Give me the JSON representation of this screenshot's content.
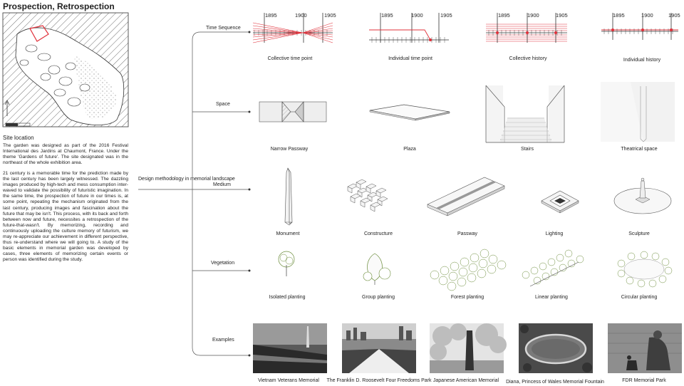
{
  "title": "Prospection, Retrospection",
  "site": {
    "label": "Site location",
    "paragraph1": "The garden was designed as part of the 2016 Festival International des Jardins at Chaumont, France. Under the theme 'Gardens of future'. The site designated was in the northeast of the whole exhibition area.",
    "paragraph2": "21 century is a memorable time for the prediction made by the last century has been largely witnessed. The dazzling images produced by high-tech and mess consumption inter-waved to validate the possibility of futuristic imagination. In the same time, the prospection of future in our times is, at some point, repeating the mechanism originated from the last century, producing images and fascination about the future that may be isn't. This process, with its back and forth between now and future, necessites a retrospection of the future-that-wasn't. By memorizing, recording and continuously uploading the culture memory of futurism, we may re-appreciate our achievement in different perspective, thus re-understand where we will going to. A study of the basic elements in memorial garden was developed by cases, three elements of memorizing certain events or person was identified during the study."
  },
  "methodology_label": "Design methodology in memorial landscape",
  "ticks": [
    "1895",
    "1900",
    "1905"
  ],
  "rows": {
    "time": {
      "label": "Time Sequence",
      "items": [
        "Collective time point",
        "Individual time point",
        "Collective history",
        "Individual history"
      ]
    },
    "space": {
      "label": "Space",
      "items": [
        "Narrow Passway",
        "Plaza",
        "Stairs",
        "Theatrical space"
      ]
    },
    "medium": {
      "label": "Medium",
      "items": [
        "Monument",
        "Constructure",
        "Passway",
        "Lighting",
        "Sculpture"
      ]
    },
    "vegetation": {
      "label": "Vegetation",
      "items": [
        "Isolated planting",
        "Group planting",
        "Forest planting",
        "Linear planting",
        "Circular planting"
      ]
    },
    "examples": {
      "label": "Examples",
      "items": [
        "Vietnam Veterans Memorial",
        "The Franklin D. Roosevelt Four Freedoms Park",
        "Japanese American Memorial",
        "Diana, Princess of Wales Memorial Fountain",
        "FDR Memorial Park"
      ]
    }
  },
  "colors": {
    "accent": "#e0303a",
    "line": "#555555",
    "text": "#222222"
  }
}
